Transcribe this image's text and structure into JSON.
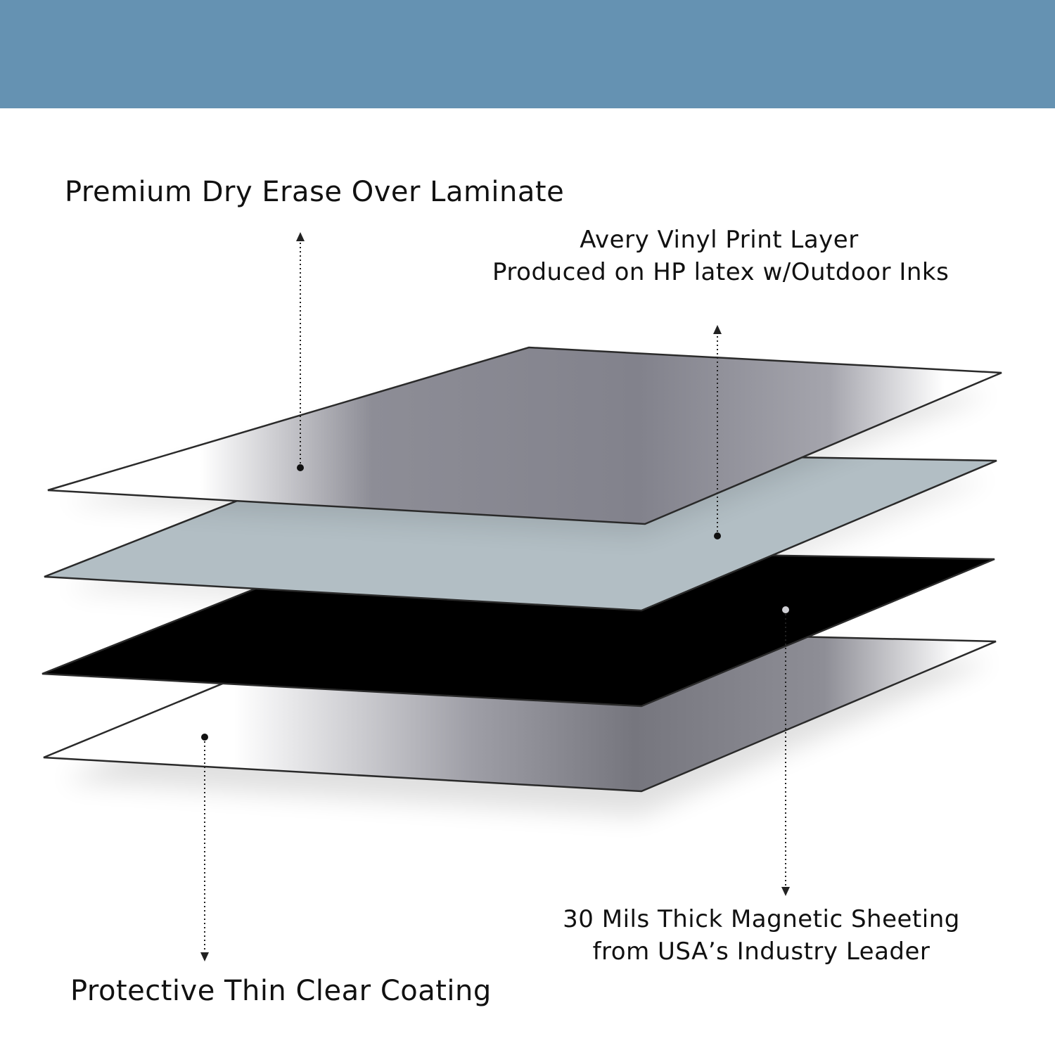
{
  "colors": {
    "top_band": "#6592b2",
    "gray_sheet": "#858590",
    "vinyl_sheet": "#b2bec4",
    "magnet_sheet": "#000000",
    "coating_sheet": "#7a7a82",
    "edge": "#2a2a2a"
  },
  "labels": {
    "laminate": "Premium Dry Erase Over Laminate",
    "vinyl_line1": "Avery Vinyl Print Layer",
    "vinyl_line2": "Produced on HP latex w/Outdoor Inks",
    "magnetic_line1": "30 Mils Thick Magnetic Sheeting",
    "magnetic_line2": "from USA’s Industry Leader",
    "coating": "Protective Thin Clear Coating"
  }
}
